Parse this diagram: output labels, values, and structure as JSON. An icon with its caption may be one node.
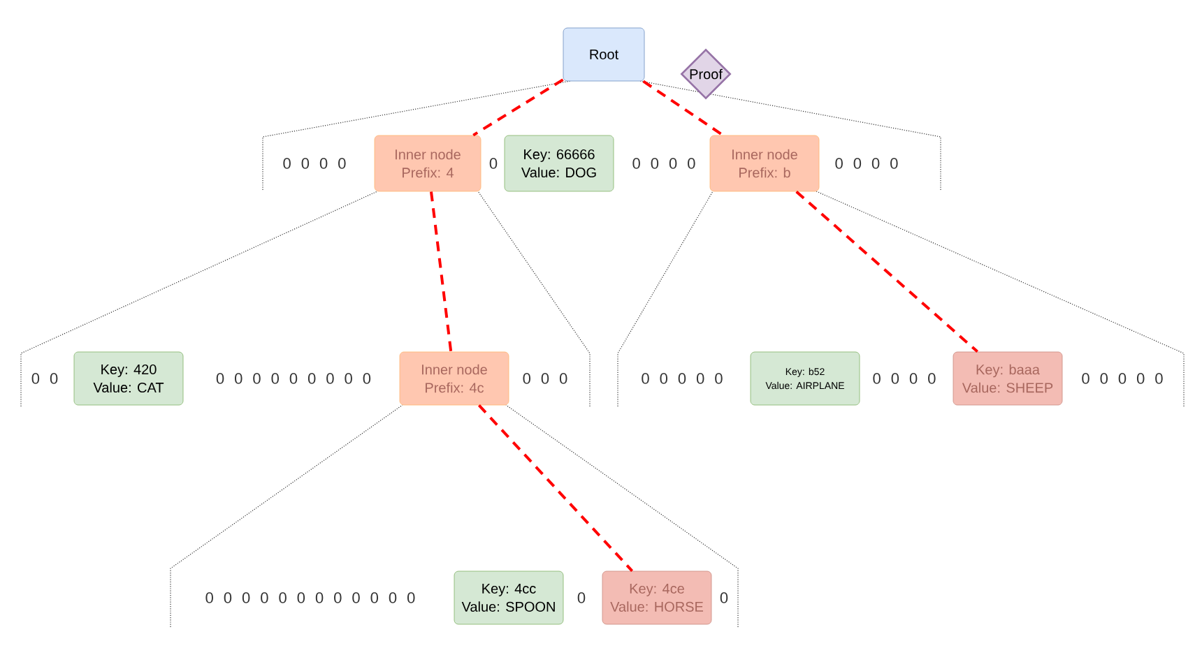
{
  "diagram": {
    "nodes": [
      {
        "text": [
          "Root"
        ]
      },
      {
        "text": [
          "Proof"
        ]
      },
      {
        "text": [
          "Inner node",
          "Prefix: 4"
        ]
      },
      {
        "text": [
          "Key: 66666",
          "Value: DOG"
        ]
      },
      {
        "text": [
          "Inner node",
          "Prefix: b"
        ]
      },
      {
        "text": [
          "Key: 420",
          "Value: CAT"
        ]
      },
      {
        "text": [
          "Inner node",
          "Prefix: 4c"
        ]
      },
      {
        "text": [
          "Key: b52",
          "Value: AIRPLANE"
        ]
      },
      {
        "text": [
          "Key: baaa",
          "Value: SHEEP"
        ]
      },
      {
        "text": [
          "Key: 4cc",
          "Value: SPOON"
        ]
      },
      {
        "text": [
          "Key: 4ce",
          "Value: HORSE"
        ]
      }
    ],
    "edges": [
      {
        "from": 0,
        "to": 2,
        "arrow": "none",
        "style": "dashed",
        "color": "#ff0000"
      },
      {
        "from": 0,
        "to": 4,
        "arrow": "none",
        "style": "dashed",
        "color": "#ff0000"
      },
      {
        "from": 2,
        "to": 6,
        "arrow": "none",
        "style": "dashed",
        "color": "#ff0000"
      },
      {
        "from": 4,
        "to": 8,
        "arrow": "none",
        "style": "dashed",
        "color": "#ff0000"
      },
      {
        "from": 6,
        "to": 10,
        "arrow": "none",
        "style": "dashed",
        "color": "#ff0000"
      }
    ],
    "labels": [
      "0 0 0 0",
      "0",
      "0 0 0 0",
      "0 0 0 0",
      "0 0",
      "0 0 0 0 0 0 0 0 0",
      "0 0 0",
      "0 0 0 0 0",
      "0 0 0 0",
      "0 0 0 0 0",
      "0 0 0 0 0 0 0 0 0 0 0 0",
      "0",
      "0"
    ]
  }
}
